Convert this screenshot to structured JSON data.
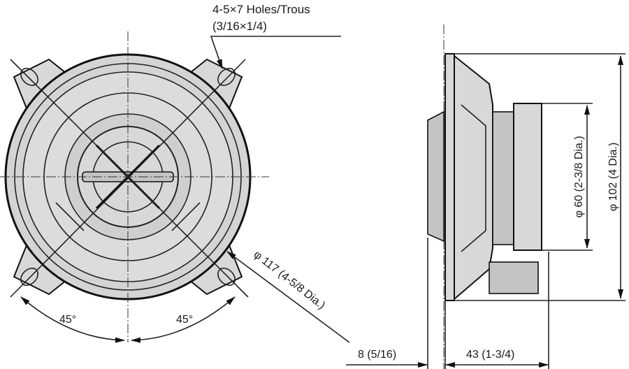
{
  "labels": {
    "holes_line1": "4-5×7 Holes/Trous",
    "holes_line2": "(3/16×1/4)",
    "dia_117": "φ 117 (4-5/8 Dia.)",
    "angle_left": "45°",
    "angle_right": "45°",
    "dia_60": "φ 60 (2-3/8 Dia.)",
    "dia_102": "φ 102 (4 Dia.)",
    "depth_8": "8 (5/16)",
    "depth_43": "43 (1-3/4)"
  }
}
